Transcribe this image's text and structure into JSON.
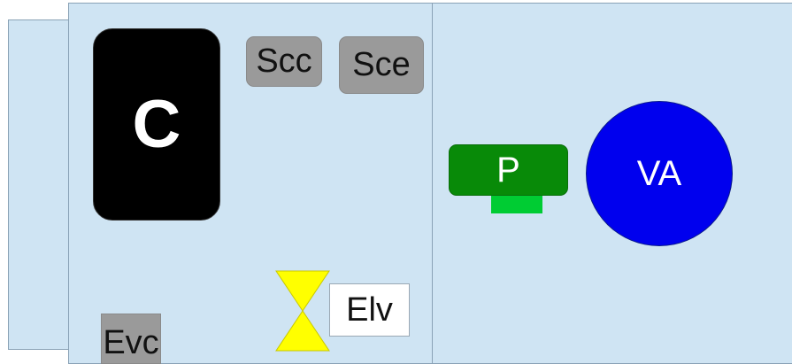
{
  "diagram": {
    "blocks": {
      "c": "C",
      "scc": "Scc",
      "sce": "Sce",
      "evc": "Evc",
      "elv": "Elv",
      "pump": "P",
      "va": "VA"
    },
    "colors": {
      "chamber": "#cfe4f3",
      "c_block": "#000000",
      "gray_block": "#9a9a9a",
      "valve": "#ffff00",
      "pump": "#088a08",
      "pump_base": "#00cc33",
      "va": "#0000ee"
    }
  }
}
